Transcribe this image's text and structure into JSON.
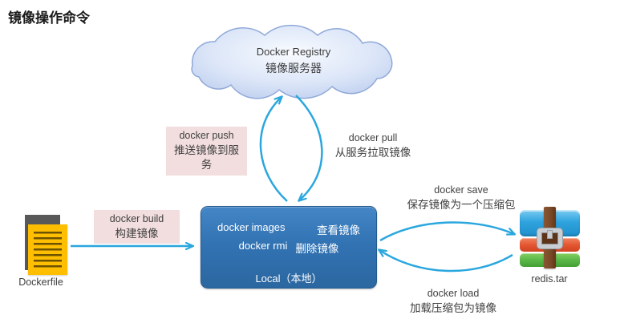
{
  "title": "镜像操作命令",
  "cloud": {
    "line1": "Docker Registry",
    "line2": "镜像服务器"
  },
  "labels": {
    "push": {
      "cmd": "docker push",
      "desc": "推送镜像到服务"
    },
    "pull": {
      "cmd": "docker pull",
      "desc": "从服务拉取镜像"
    },
    "build": {
      "cmd": "docker build",
      "desc": "构建镜像"
    },
    "save": {
      "cmd": "docker save",
      "desc": "保存镜像为一个压缩包"
    },
    "load": {
      "cmd": "docker load",
      "desc": "加载压缩包为镜像"
    }
  },
  "local_box": {
    "rows": [
      {
        "cmd": "docker images",
        "desc": "查看镜像"
      },
      {
        "cmd": "docker rmi",
        "desc": "删除镜像"
      }
    ],
    "footer": "Local（本地）"
  },
  "files": {
    "dockerfile": "Dockerfile",
    "archive": "redis.tar"
  },
  "colors": {
    "arrow": "#2AA7DE",
    "label_bg": "#F2DEDE",
    "box_fill": "#3273B4",
    "cloud_fill": "#D9E4F8",
    "cloud_stroke": "#90A9D9",
    "dockerfile_doc": "#FFBE00",
    "dockerfile_back": "#595959",
    "archive_blue": "#2FA3DE",
    "archive_red": "#E2542F",
    "archive_green": "#57B545",
    "strap_brown": "#7A4A28"
  }
}
